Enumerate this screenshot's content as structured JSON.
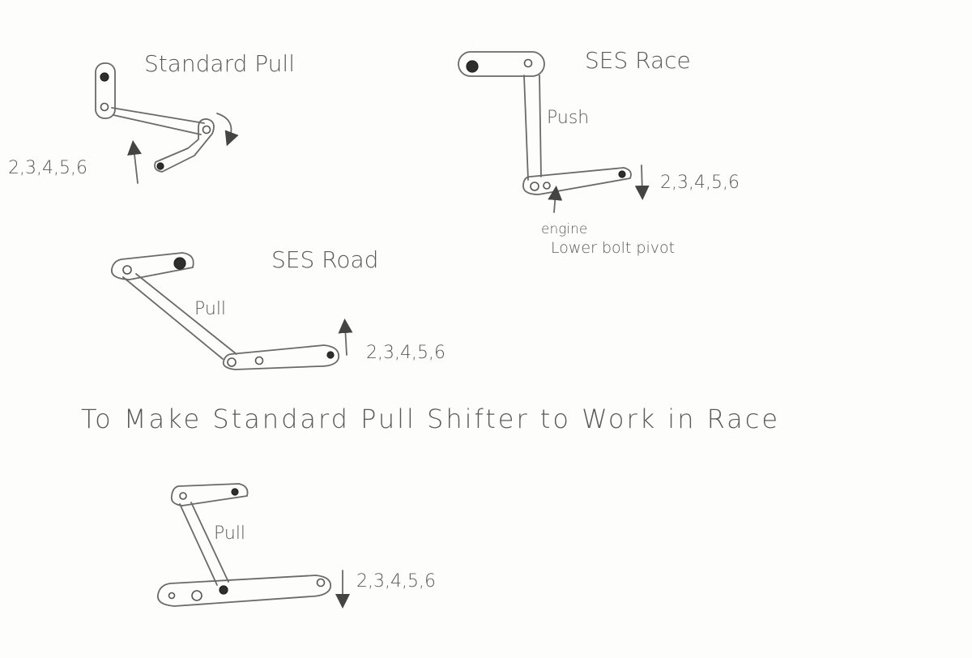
{
  "diagrams": {
    "standard_pull": {
      "title": "Standard Pull",
      "gears": "2,3,4,5,6"
    },
    "ses_race": {
      "title": "SES Race",
      "rod_label": "Push",
      "gears": "2,3,4,5,6",
      "note_line1": "engine",
      "note_line2": "Lower bolt pivot"
    },
    "ses_road": {
      "title": "SES Road",
      "rod_label": "Pull",
      "gears": "2,3,4,5,6"
    },
    "conversion": {
      "heading": "To Make Standard Pull Shifter to Work in Race",
      "rod_label": "Pull",
      "gears": "2,3,4,5,6"
    }
  },
  "colors": {
    "pencil": "#5a5a5a",
    "paper": "#fdfdfc"
  }
}
